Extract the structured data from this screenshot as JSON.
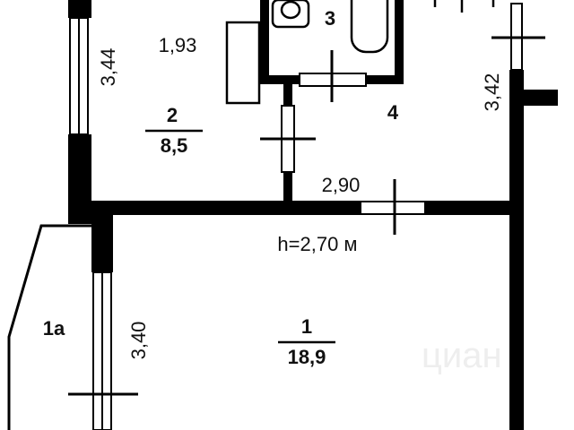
{
  "colors": {
    "wall": "#000000",
    "background": "#ffffff",
    "text": "#111111",
    "watermark": "#eeeeee"
  },
  "rooms": [
    {
      "id": "1",
      "area": "18,9"
    },
    {
      "id": "2",
      "area": "8,5"
    },
    {
      "id": "3"
    },
    {
      "id": "4"
    },
    {
      "id": "1a"
    }
  ],
  "dimensions": {
    "room2_width": "1,93",
    "room2_left_wall": "3,44",
    "room4_right_wall": "3,42",
    "corridor_wall": "2,90",
    "room1_left_wall": "3,40"
  },
  "ceiling_height": "h=2,70 м"
}
